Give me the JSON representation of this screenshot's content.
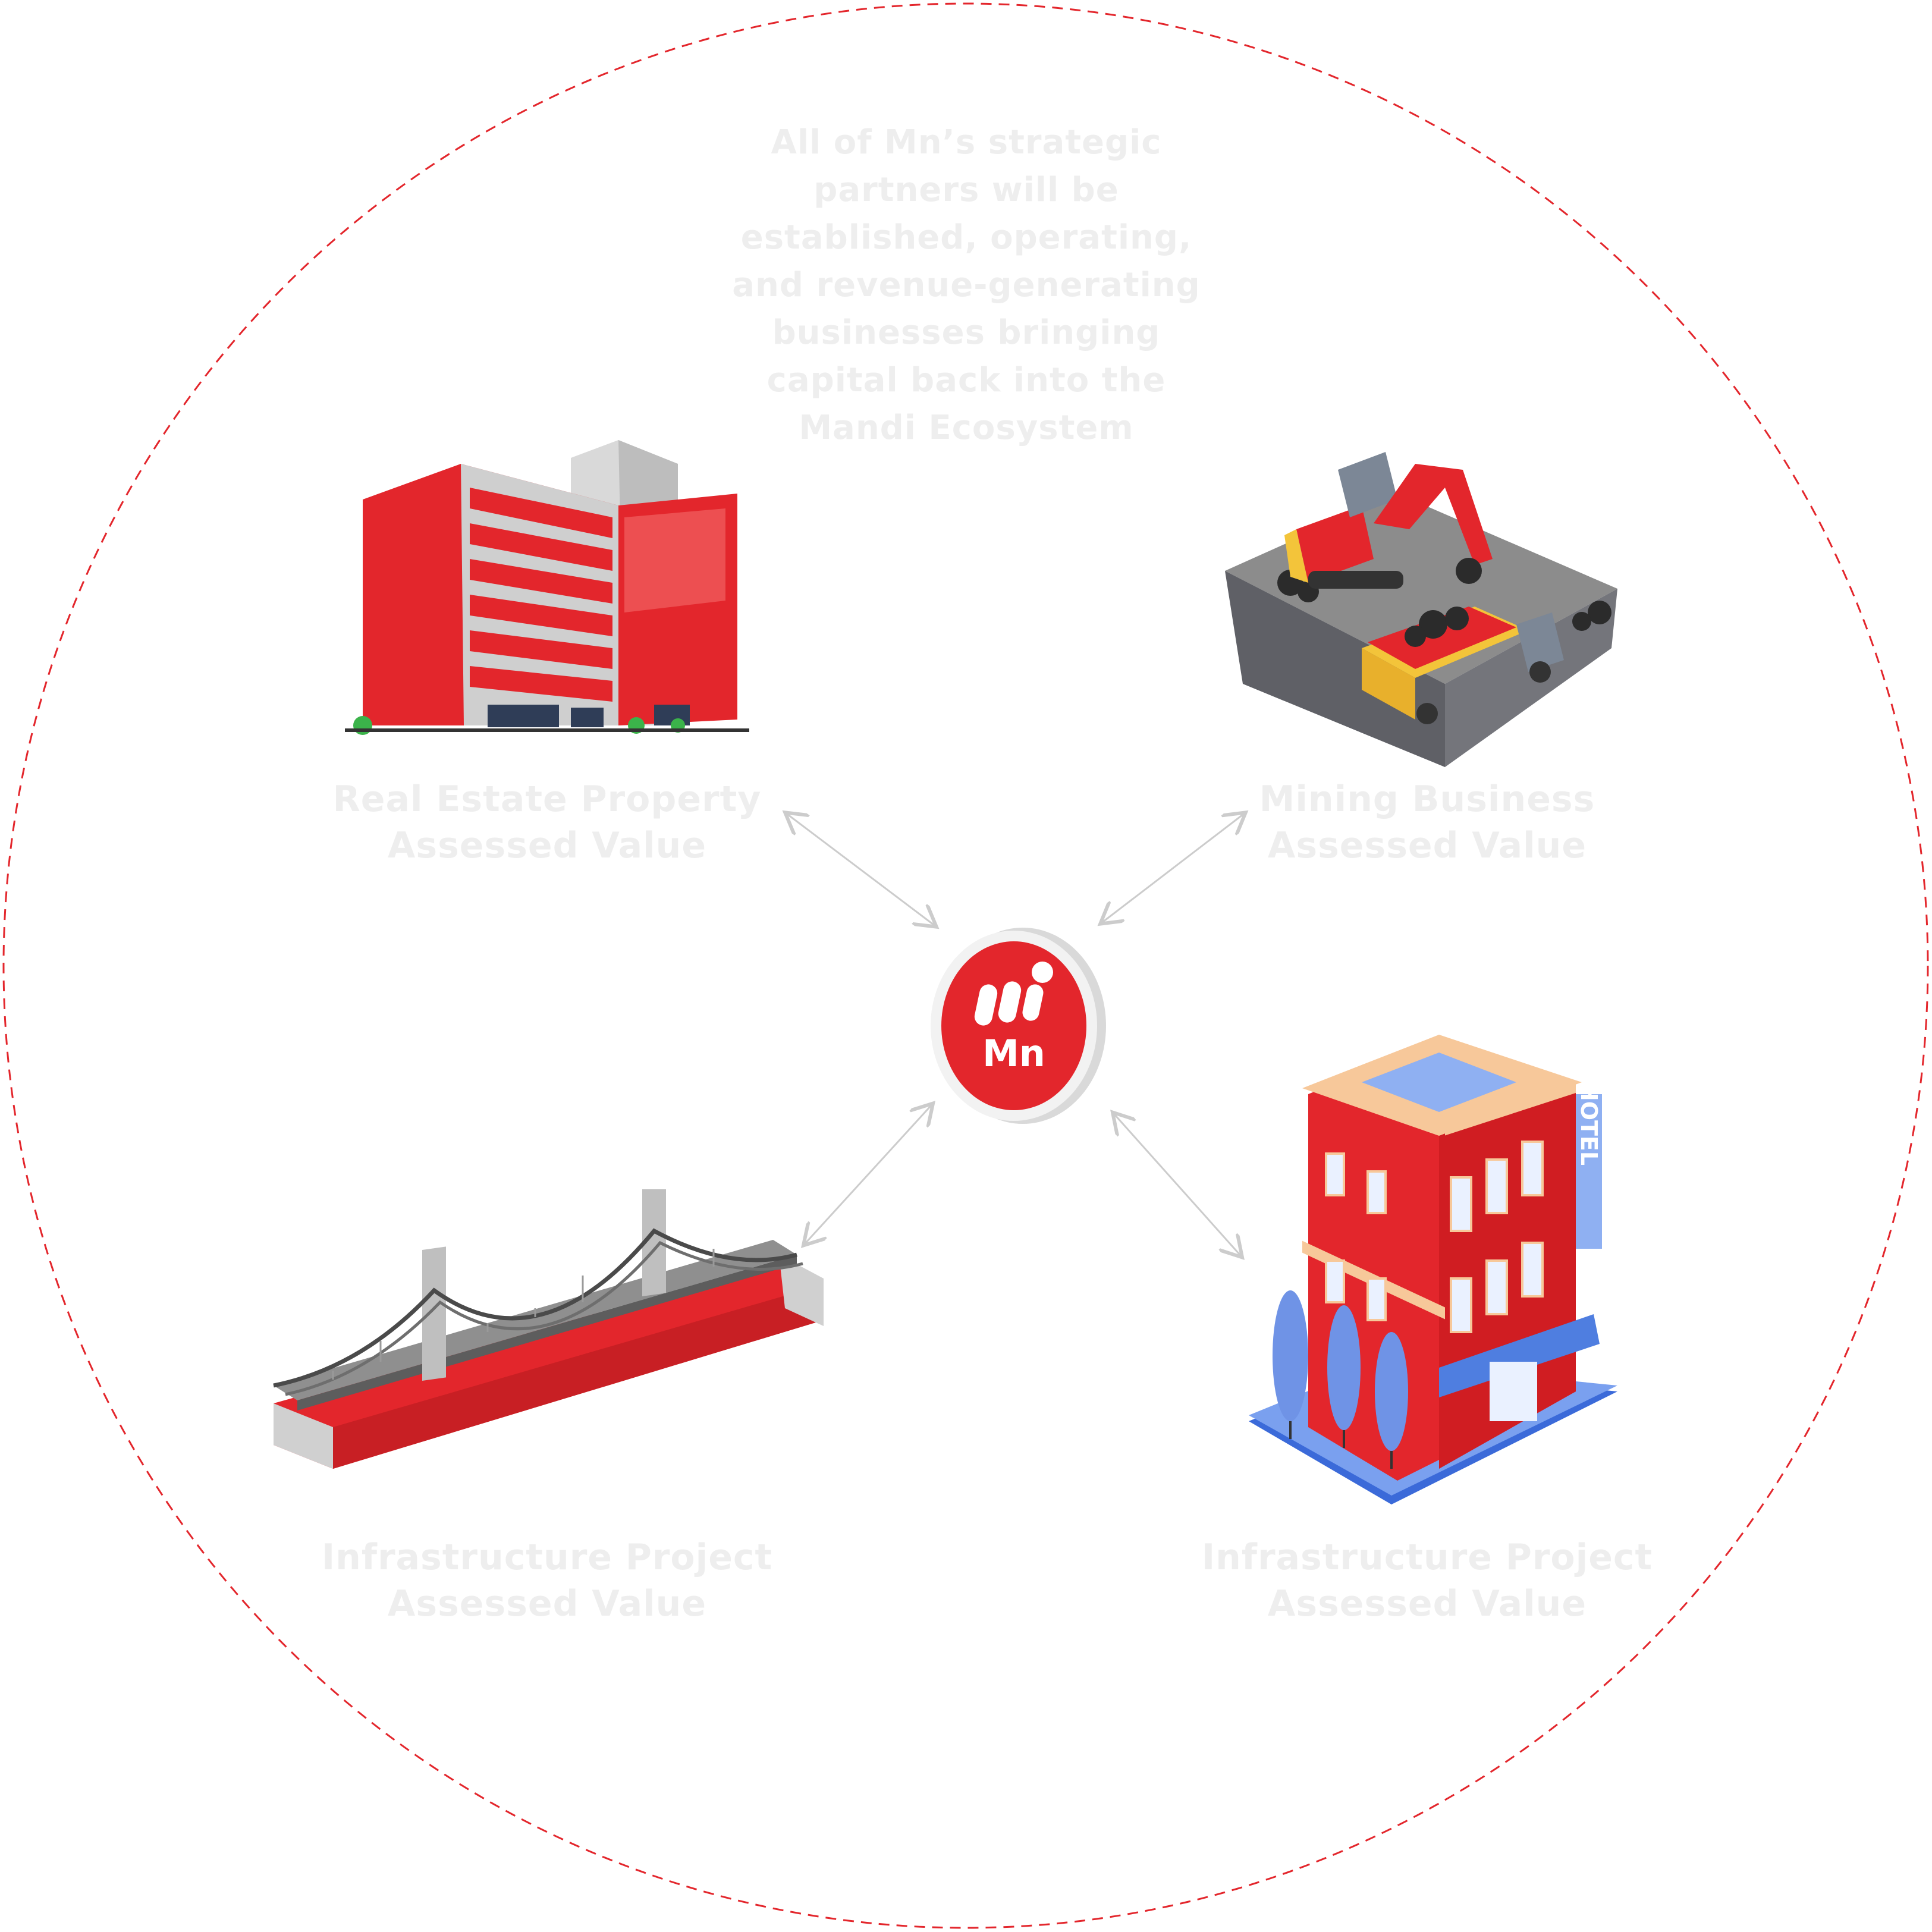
{
  "intro_lines": [
    "All of Mn’s strategic",
    "partners will be",
    "established, operating,",
    "and revenue-generating",
    "businesses bringing",
    "capital back into the",
    "Mandi Ecosystem"
  ],
  "nodes": {
    "real_estate": {
      "line1": "Real Estate Property",
      "line2": "Assessed Value"
    },
    "mining": {
      "line1": "Mining Business",
      "line2": "Assessed Value"
    },
    "infrastructure_bridge": {
      "line1": "Infrastructure Project",
      "line2": "Assessed Value"
    },
    "infrastructure_hotel": {
      "line1": "Infrastructure Project",
      "line2": "Assessed Value",
      "sign": "HOTEL"
    }
  },
  "coin": {
    "text": "Mn"
  },
  "colors": {
    "brand_red": "#e3262c",
    "dash_ring": "#e3262c",
    "label_text": "#eeeeee"
  }
}
